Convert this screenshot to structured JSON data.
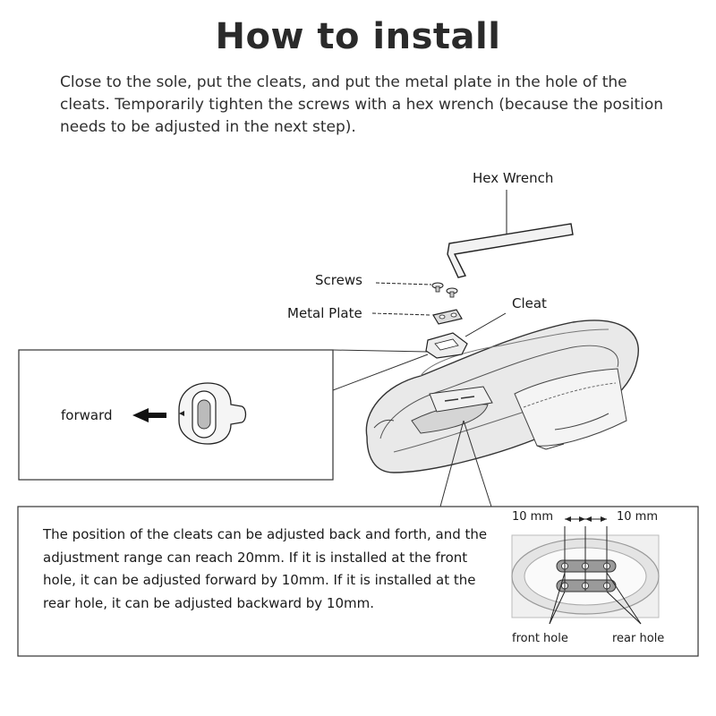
{
  "header": {
    "title": "How to install",
    "intro": "Close to the sole, put the cleats, and put the metal plate in the hole of the cleats. Temporarily tighten the screws with a hex wrench (because the position needs to be adjusted in the next step)."
  },
  "diagram": {
    "hex_wrench_label": "Hex Wrench",
    "screws_label": "Screws",
    "metal_plate_label": "Metal Plate",
    "cleat_label": "Cleat"
  },
  "inset_forward": {
    "forward_label": "forward"
  },
  "adjustment": {
    "description": "The position of the cleats can be adjusted back and forth, and the adjustment range can reach 20mm. If it is installed at the front hole, it can be adjusted forward by 10mm. If it is installed at the rear hole, it can be adjusted backward by 10mm.",
    "left_measure": "10 mm",
    "right_measure": "10 mm",
    "front_hole_label": "front hole",
    "rear_hole_label": "rear hole"
  }
}
